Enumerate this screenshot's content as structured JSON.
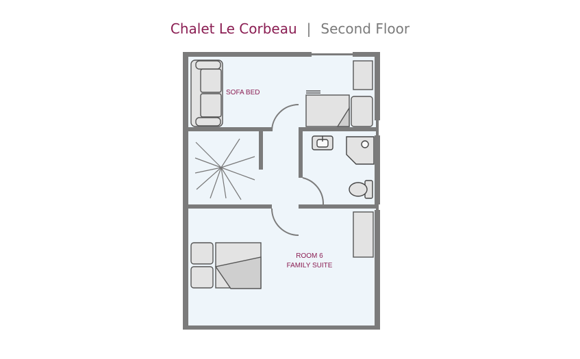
{
  "title": {
    "chalet_name": "Chalet Le Corbeau",
    "separator": "|",
    "floor": "Second Floor"
  },
  "rooms": {
    "sofa_room_label": "SOFA BED",
    "main_room_line1": "ROOM 6",
    "main_room_line2": "FAMILY SUITE"
  },
  "colors": {
    "wall": "#7b7b7b",
    "floor": "#eef5fa",
    "furniture": "#e2e2e2",
    "accent_text": "#8a1d52",
    "muted_text": "#7a7a7a"
  },
  "icons": [
    "sofa-icon",
    "desk-icon",
    "armchair-icon",
    "cabinet-icon",
    "staircase-icon",
    "sink-icon",
    "shower-icon",
    "toilet-icon",
    "double-bed-icon",
    "nightstand-icon",
    "wardrobe-icon",
    "door-swing-icon"
  ]
}
